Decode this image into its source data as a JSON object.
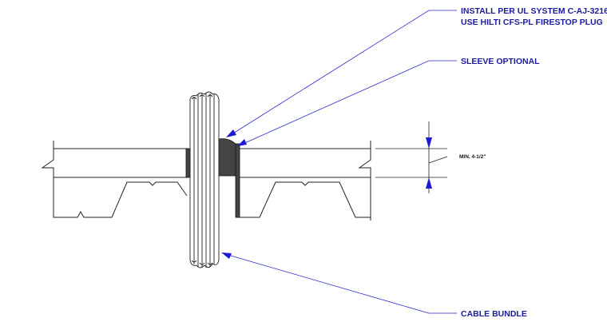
{
  "callouts": {
    "install_line1": "INSTALL PER UL SYSTEM C-AJ-3216",
    "install_line2": "USE HILTI CFS-PL FIRESTOP PLUG",
    "sleeve": "SLEEVE OPTIONAL",
    "cable": "CABLE BUNDLE"
  },
  "dimension": {
    "label": "MIN. 4-1/2\""
  },
  "colors": {
    "leader": "#2a2ad0",
    "text": "#1a1aa0",
    "line": "#222222",
    "plug_fill": "#444444"
  }
}
